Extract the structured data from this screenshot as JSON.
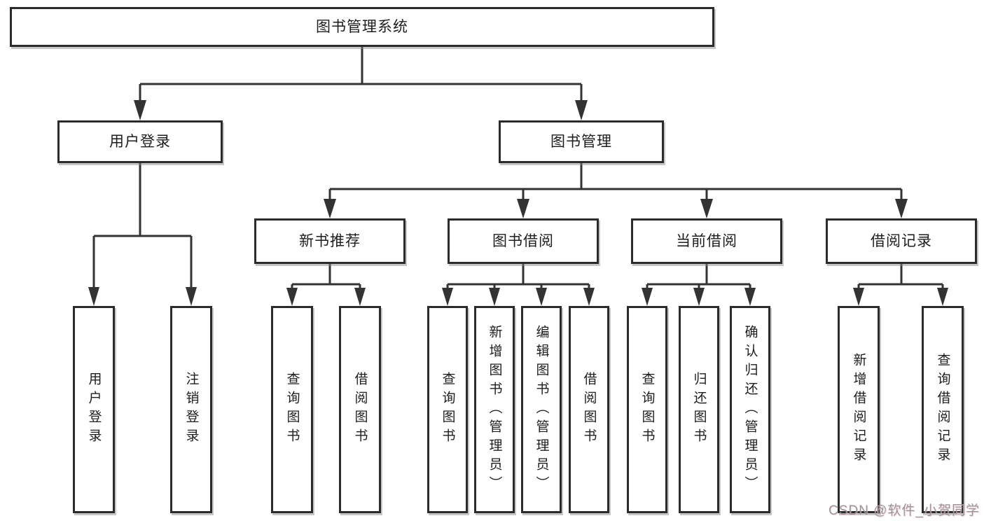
{
  "diagram_title": "图书管理系统",
  "colors": {
    "line": "#333333",
    "box_border": "#2b2b2b",
    "box_background": "#ffffff",
    "text": "#1d1d1d",
    "watermark_gray": "#949494",
    "watermark_pink_tint": "#f4b1c2"
  },
  "tree": {
    "label": "图书管理系统",
    "children": [
      {
        "label": "用户登录",
        "children": [
          {
            "label": "用户登录"
          },
          {
            "label": "注销登录"
          }
        ]
      },
      {
        "label": "图书管理",
        "children": [
          {
            "label": "新书推荐",
            "children": [
              {
                "label": "查询图书"
              },
              {
                "label": "借阅图书"
              }
            ]
          },
          {
            "label": "图书借阅",
            "children": [
              {
                "label": "查询图书"
              },
              {
                "label": "新增图书（管理员）"
              },
              {
                "label": "编辑图书（管理员）"
              },
              {
                "label": "借阅图书"
              }
            ]
          },
          {
            "label": "当前借阅",
            "children": [
              {
                "label": "查询图书"
              },
              {
                "label": "归还图书"
              },
              {
                "label": "确认归还（管理员）"
              }
            ]
          },
          {
            "label": "借阅记录",
            "children": [
              {
                "label": "新增借阅记录"
              },
              {
                "label": "查询借阅记录"
              }
            ]
          }
        ]
      }
    ]
  },
  "watermark": {
    "text": "CSDN @软件_小贺同学"
  }
}
